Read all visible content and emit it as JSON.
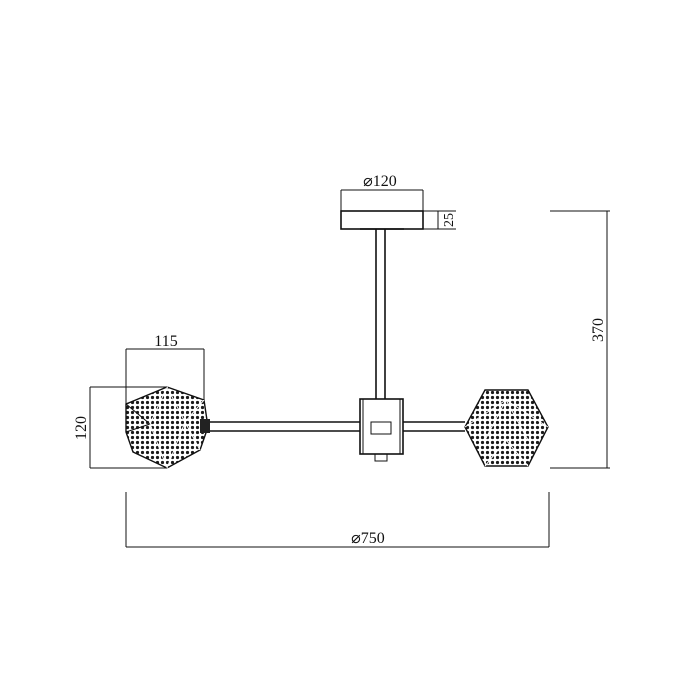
{
  "dimensions": {
    "canopy_diameter": "⌀120",
    "canopy_height": "25",
    "overall_height": "370",
    "shade_width": "115",
    "shade_height": "120",
    "overall_diameter": "⌀750"
  },
  "colors": {
    "line": "#111111",
    "background": "#ffffff"
  }
}
